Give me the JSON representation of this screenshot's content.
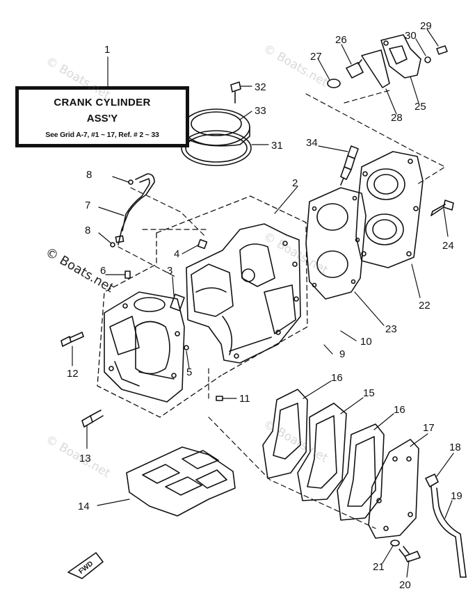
{
  "title_box": {
    "line1": "CRANK CYLINDER",
    "line2": "ASS'Y",
    "line3": "See Grid A-7,  #1 ~ 17, Ref. # 2 ~ 33"
  },
  "watermark": "© Boats.net",
  "fwd_label": "FWD",
  "callouts": [
    "1",
    "2",
    "3",
    "4",
    "5",
    "6",
    "7",
    "8",
    "9",
    "10",
    "11",
    "12",
    "13",
    "14",
    "15",
    "16",
    "17",
    "18",
    "19",
    "20",
    "21",
    "22",
    "23",
    "24",
    "25",
    "26",
    "27",
    "28",
    "29",
    "30",
    "31",
    "32",
    "33",
    "34",
    "8",
    "16"
  ],
  "colors": {
    "ink": "#111111",
    "background": "#ffffff",
    "watermark": "#a8a8a8"
  }
}
